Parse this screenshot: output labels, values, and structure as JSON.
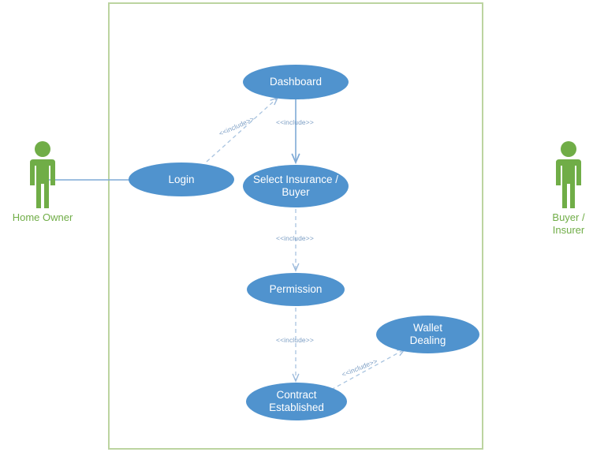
{
  "diagram": {
    "type": "uml-use-case-diagram",
    "boundary": {
      "label": ""
    },
    "colors": {
      "usecase_fill": "#5093CE",
      "usecase_text": "#FFFFFF",
      "actor_green": "#70AD47",
      "boundary_green": "#BCD4A0",
      "connector_blue": "#5B9BD5",
      "stereotype_text": "#7C9EC4"
    },
    "actors": [
      {
        "id": "home-owner",
        "label": "Home Owner",
        "side": "left"
      },
      {
        "id": "buyer-insurer",
        "label": "Buyer /\nInsurer",
        "side": "right"
      }
    ],
    "use_cases": [
      {
        "id": "dashboard",
        "label": "Dashboard"
      },
      {
        "id": "login",
        "label": "Login"
      },
      {
        "id": "select-insurance",
        "label": "Select Insurance /\nBuyer"
      },
      {
        "id": "permission",
        "label": "Permission"
      },
      {
        "id": "wallet-dealing",
        "label": "Wallet\nDealing"
      },
      {
        "id": "contract-established",
        "label": "Contract\nEstablished"
      }
    ],
    "associations": [
      {
        "from": "home-owner",
        "to": "login",
        "style": "solid",
        "arrow": "none"
      }
    ],
    "includes": [
      {
        "from": "login",
        "to": "dashboard",
        "label": "<<include>>",
        "style": "dashed"
      },
      {
        "from": "dashboard",
        "to": "select-insurance",
        "label": "<<include>>",
        "style": "solid"
      },
      {
        "from": "select-insurance",
        "to": "permission",
        "label": "<<include>>",
        "style": "dashed"
      },
      {
        "from": "permission",
        "to": "contract-established",
        "label": "<<include>>",
        "style": "dashed"
      },
      {
        "from": "contract-established",
        "to": "wallet-dealing",
        "label": "<<include>>",
        "style": "dashed"
      }
    ]
  }
}
